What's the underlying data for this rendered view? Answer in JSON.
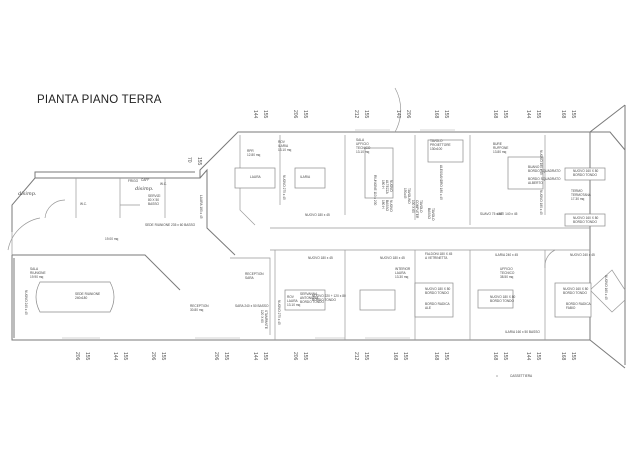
{
  "title": "PIANTA PIANO TERRA",
  "rooms": [
    {
      "name": "disimpegno-left",
      "text": [
        "disimp."
      ],
      "style": "it"
    },
    {
      "name": "wc-1",
      "text": [
        "W.C."
      ]
    },
    {
      "name": "frigo",
      "text": [
        "FRIGO"
      ]
    },
    {
      "name": "caffe",
      "text": [
        "CAFF"
      ]
    },
    {
      "name": "disimpegno-right",
      "text": [
        "disimp."
      ],
      "style": "it"
    },
    {
      "name": "wc-2",
      "text": [
        "W.C."
      ]
    },
    {
      "name": "servizi",
      "text": [
        "SERVIZI",
        "80 X 50",
        "BASSO"
      ]
    },
    {
      "name": "laura-cabinet",
      "text": [
        "LAURA 180 x 45"
      ],
      "rot": true
    },
    {
      "name": "sede-riunione-basso",
      "text": [
        "SEDE RIUNIONE 235 x 60 BASSO"
      ]
    },
    {
      "name": "rpr-room",
      "text": [
        "RPR",
        "12.80 mq"
      ]
    },
    {
      "name": "laura-desk",
      "text": [
        "LAURA"
      ]
    },
    {
      "name": "nuovo-275-top",
      "text": [
        "NUOVO 275 x 45"
      ],
      "rot": true
    },
    {
      "name": "rov-ilaria",
      "text": [
        "ROV",
        "ILARIA",
        "13.10 mq"
      ]
    },
    {
      "name": "ilaria-desk",
      "text": [
        "ILARIA"
      ]
    },
    {
      "name": "nuovo-180-top",
      "text": [
        "NUOVO 180 x 45"
      ]
    },
    {
      "name": "sala-ufficio-tecnico",
      "text": [
        "SALA",
        "UFFICIO",
        "TECNICO",
        "13.10 mq"
      ]
    },
    {
      "name": "riunione-table",
      "text": [
        "RIUNIONE 110 x 200"
      ],
      "rot": true
    },
    {
      "name": "tavolo-proiettore",
      "text": [
        "TAVOLO",
        "PROIETTORE",
        "130x100"
      ]
    },
    {
      "name": "nuovo-armadio",
      "text": [
        "NUOVO",
        "ALTEZZA",
        "180 H"
      ],
      "rot": true
    },
    {
      "name": "nuovo-basso",
      "text": [
        "NUOVO",
        "BASSO",
        "180 H"
      ],
      "rot": true
    },
    {
      "name": "tavolino",
      "text": [
        "TAVOLINO",
        "150x45"
      ],
      "rot": true
    },
    {
      "name": "tavolo-computer",
      "text": [
        "TAVOLO",
        "COMPUTER",
        "100 X 60"
      ],
      "rot": true
    },
    {
      "name": "tavolo-basso",
      "text": [
        "TAVOLO",
        "BASSO"
      ],
      "rot": true
    },
    {
      "name": "alessandro-cabinet",
      "text": [
        "ALESSANDRO 180 x 45"
      ],
      "rot": true
    },
    {
      "name": "bure-ruffone",
      "text": [
        "BURE",
        "RUFFONE",
        "13.80 mq"
      ]
    },
    {
      "name": "buano-desk",
      "text": [
        "BUANO",
        "BORDO SQUADRATO"
      ]
    },
    {
      "name": "alberto-desk",
      "text": [
        "BORDO SQUADRATO",
        "ALBERTO"
      ]
    },
    {
      "name": "nuovo-180-right-a",
      "text": [
        "NUOVO 180 x 45"
      ],
      "rot": true
    },
    {
      "name": "nuovo-180-right-b",
      "text": [
        "NUOVO 180 x 45"
      ],
      "rot": true
    },
    {
      "name": "suavo",
      "text": [
        "SUAVO 75 x 45"
      ]
    },
    {
      "name": "anti",
      "text": [
        "ANTI 140 x 45"
      ]
    },
    {
      "name": "nuovo-160-top",
      "text": [
        "NUOVO 160 X 80",
        "BORDO TONDO"
      ]
    },
    {
      "name": "termo-room",
      "text": [
        "TERMO",
        "TERMOTANA",
        "17.30 mq"
      ]
    },
    {
      "name": "nuovo-160-mid",
      "text": [
        "NUOVO 160 X 80",
        "BORDO TONDO"
      ]
    },
    {
      "name": "corridor",
      "text": [
        "19.00 mq"
      ]
    },
    {
      "name": "sala-riunione",
      "text": [
        "SALA",
        "RIUNIONE",
        "19.90 mq"
      ]
    },
    {
      "name": "nuovo-240-left",
      "text": [
        "NUOVO 240 x 45"
      ],
      "rot": true
    },
    {
      "name": "sede-riunione-table",
      "text": [
        "SEDE RIUNIONE",
        "240x180"
      ]
    },
    {
      "name": "reception",
      "text": [
        "RECEPTION",
        "30.80 mq"
      ]
    },
    {
      "name": "reception-sara",
      "text": [
        "RECEPTION",
        "SARA"
      ]
    },
    {
      "name": "sara-basso",
      "text": [
        "SARA 240 x 50 BASSO"
      ]
    },
    {
      "name": "nuovo-275-bottom",
      "text": [
        "NUOVO 275 x 45"
      ],
      "rot": true
    },
    {
      "name": "stampante",
      "text": [
        "STAMPANTE",
        "120 X 60"
      ],
      "rot": true
    },
    {
      "name": "rov-laura",
      "text": [
        "ROV",
        "LAURA",
        "13.10 mq"
      ]
    },
    {
      "name": "servanna-desk",
      "text": [
        "SERVANNA",
        "ANTONIANA",
        "BORDO TONDO"
      ]
    },
    {
      "name": "nuovo-180-bottom-a",
      "text": [
        "NUOVO 180 x 45"
      ]
    },
    {
      "name": "nuovo-180-bottom-b",
      "text": [
        "NUOVO 180 x 45"
      ]
    },
    {
      "name": "interior-laura",
      "text": [
        "INTERIOR",
        "LAURA",
        "13.30 mq"
      ]
    },
    {
      "name": "nuovo-220-desk",
      "text": [
        "NUOVO 220 + 120 x 80",
        "BORDO TONDO"
      ]
    },
    {
      "name": "faldoni",
      "text": [
        "FALDONI 180 X 45",
        "A VETRINETTA"
      ]
    },
    {
      "name": "nuovo-180-80-a",
      "text": [
        "NUOVO 180 X 80",
        "BORDO TONDO"
      ]
    },
    {
      "name": "radica-ale",
      "text": [
        "BORDO RADICA",
        "ALE"
      ]
    },
    {
      "name": "ilaria-240",
      "text": [
        "ILARIA 240 x 45"
      ]
    },
    {
      "name": "ufficio-tecnico",
      "text": [
        "UFFICIO",
        "TECNICO",
        "38.50 mq"
      ]
    },
    {
      "name": "nuovo-180-80-b",
      "text": [
        "NUOVO 180 X 80",
        "BORDO TONDO"
      ]
    },
    {
      "name": "nuovo-160-bottom",
      "text": [
        "NUOVO 160 X 80",
        "BORDO TONDO"
      ]
    },
    {
      "name": "radica-fabio",
      "text": [
        "BORDO RADICA",
        "FABIO"
      ]
    },
    {
      "name": "nuovo-240-right",
      "text": [
        "NUOVO 240 x 45"
      ]
    },
    {
      "name": "nuovo-160-side",
      "text": [
        "NUOVO 160 x 45"
      ],
      "rot": true
    },
    {
      "name": "ilaria-basso",
      "text": [
        "ILARIA 160 x 50 BASSO"
      ]
    }
  ],
  "dimensions_top": [
    [
      "70",
      "155"
    ],
    [
      "144",
      "155"
    ],
    [
      "206",
      "155"
    ],
    [
      "212",
      "155"
    ],
    [
      "140",
      "206"
    ],
    [
      "168",
      "155"
    ],
    [
      "168",
      "155"
    ],
    [
      "144",
      "155"
    ],
    [
      "168",
      "155"
    ]
  ],
  "dimensions_bottom": [
    [
      "206",
      "155"
    ],
    [
      "144",
      "155"
    ],
    [
      "206",
      "155"
    ],
    [
      "206",
      "155"
    ],
    [
      "144",
      "155"
    ],
    [
      "206",
      "155"
    ],
    [
      "212",
      "155"
    ],
    [
      "168",
      "155"
    ],
    [
      "168",
      "155"
    ],
    [
      "168",
      "155"
    ],
    [
      "144",
      "155"
    ],
    [
      "168",
      "155"
    ]
  ],
  "legend": {
    "symbol": "□",
    "label": "CASSETTIERA"
  }
}
